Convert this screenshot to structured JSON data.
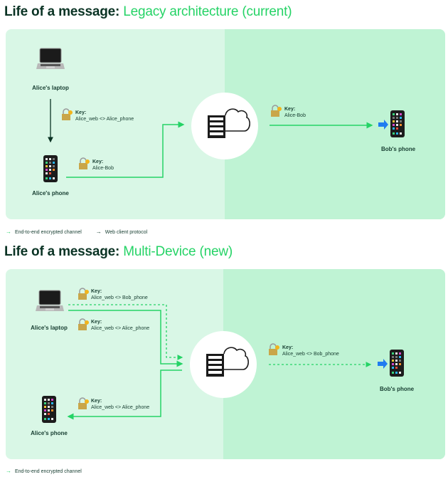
{
  "sections": [
    {
      "title_prefix": "Life of a message:",
      "title_accent": "Legacy architecture (current)",
      "devices": {
        "laptop": "Alice's laptop",
        "alice_phone": "Alice's phone",
        "bob_phone": "Bob's phone"
      },
      "keys": [
        {
          "heading": "Key:",
          "value": "Alice_web <> Alice_phone"
        },
        {
          "heading": "Key:",
          "value": "Alice-Bob"
        },
        {
          "heading": "Key:",
          "value": "Alice-Bob"
        }
      ],
      "legend": [
        {
          "label": "End-to-end encrypted channel",
          "color": "#25d366"
        },
        {
          "label": "Web client protocol",
          "color": "#0a3324"
        }
      ]
    },
    {
      "title_prefix": "Life of a message:",
      "title_accent": "Multi-Device (new)",
      "devices": {
        "laptop": "Alice's laptop",
        "alice_phone": "Alice's phone",
        "bob_phone": "Bob's phone"
      },
      "keys": [
        {
          "heading": "Key:",
          "value": "Alice_web <> Bob_phone"
        },
        {
          "heading": "Key:",
          "value": "Alice_web <> Alice_phone"
        },
        {
          "heading": "Key:",
          "value": "Alice_web <> Alice_phone"
        },
        {
          "heading": "Key:",
          "value": "Alice_web <> Bob_phone"
        }
      ],
      "legend": [
        {
          "label": "End-to-end encrypted channel",
          "color": "#25d366"
        }
      ]
    }
  ],
  "colors": {
    "accent": "#25d366",
    "dark": "#0a3324",
    "panel_left": "#d9f7e6",
    "panel_right": "#bff3d4"
  }
}
